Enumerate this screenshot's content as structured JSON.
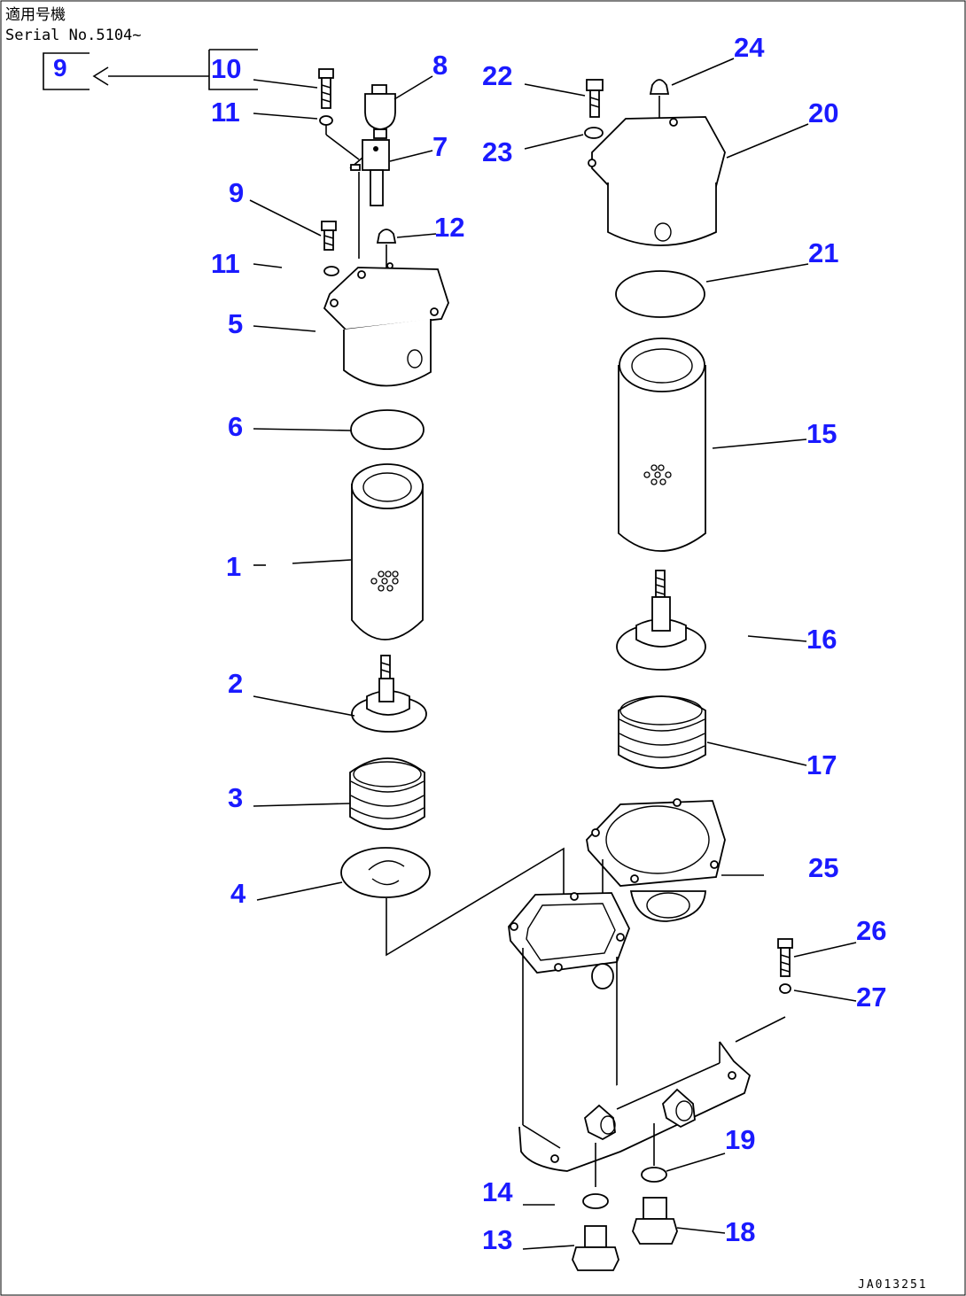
{
  "header": {
    "line1": "適用号機",
    "line2": "Serial No.5104~"
  },
  "drawing_code": "JA013251",
  "reference_box": {
    "label": "9"
  },
  "callouts": [
    "1",
    "2",
    "3",
    "4",
    "5",
    "6",
    "7",
    "8",
    "9",
    "10",
    "11",
    "11",
    "12",
    "13",
    "14",
    "15",
    "16",
    "17",
    "18",
    "19",
    "20",
    "21",
    "22",
    "23",
    "24",
    "25",
    "26",
    "27"
  ],
  "colors": {
    "callout": "#1a1aff",
    "line": "#000000",
    "background": "#ffffff"
  }
}
